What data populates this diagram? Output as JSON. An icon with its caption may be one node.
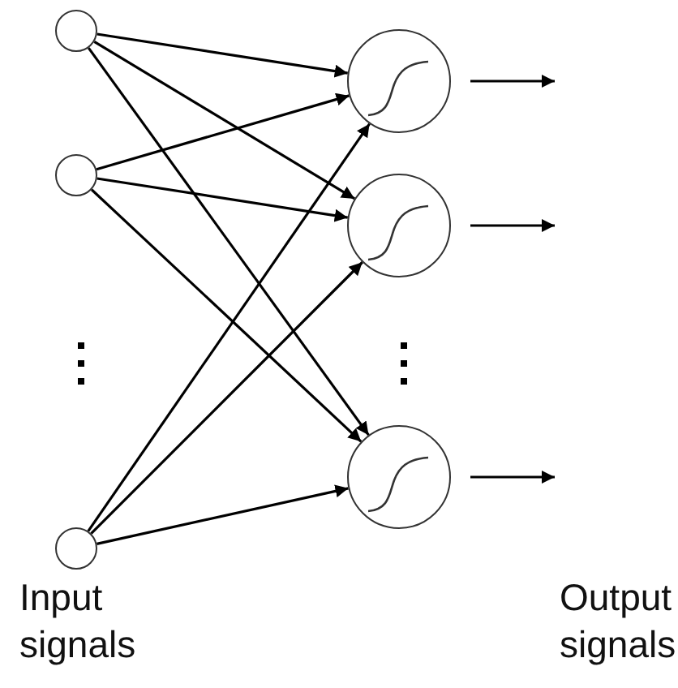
{
  "diagram": {
    "nodes": [
      {
        "text": [],
        "shape": "circle"
      },
      {
        "text": [],
        "shape": "circle"
      },
      {
        "text": [],
        "shape": "circle"
      },
      {
        "text": [],
        "shape": "circle"
      },
      {
        "text": [],
        "shape": "circle"
      },
      {
        "text": [],
        "shape": "circle"
      }
    ],
    "edges": [
      {
        "from": 0,
        "to": 3,
        "arrow": "to"
      },
      {
        "from": 0,
        "to": 4,
        "arrow": "to"
      },
      {
        "from": 0,
        "to": 5,
        "arrow": "to"
      },
      {
        "from": 1,
        "to": 3,
        "arrow": "to"
      },
      {
        "from": 1,
        "to": 4,
        "arrow": "to"
      },
      {
        "from": 1,
        "to": 5,
        "arrow": "to"
      },
      {
        "from": 2,
        "to": 3,
        "arrow": "to"
      },
      {
        "from": 2,
        "to": 4,
        "arrow": "to"
      },
      {
        "from": 2,
        "to": 5,
        "arrow": "to"
      },
      {
        "from": 3,
        "to": null,
        "arrow": "to"
      },
      {
        "from": 4,
        "to": null,
        "arrow": "to"
      },
      {
        "from": 5,
        "to": null,
        "arrow": "to"
      }
    ],
    "labels": [
      "Input signals",
      "Output signals"
    ]
  }
}
